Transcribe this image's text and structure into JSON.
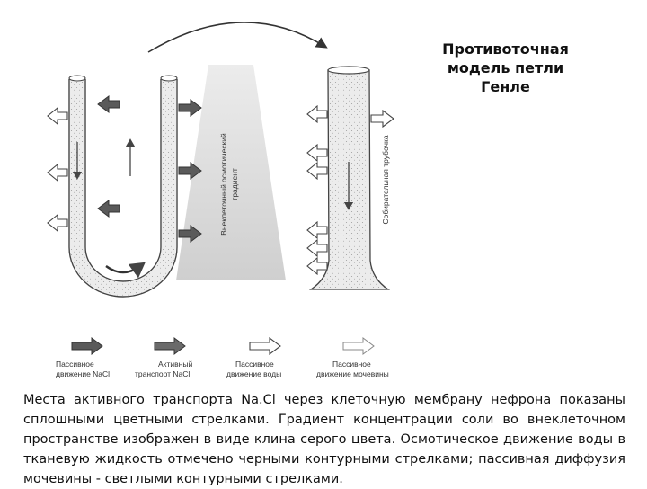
{
  "title": "Противоточная модель петли Генле",
  "caption": "Места активного транспорта Na.Cl через клеточную мембрану нефрона показаны сплошными цветными стрелками. Градиент концентрации соли во внеклеточном пространстве изображен в виде клина серого цвета. Осмотическое движение воды в тканевую жидкость отмечено черными контурными стрелками; пассивная диффузия мочевины - светлыми контурными стрелками.",
  "diagram": {
    "gradient_label": [
      "Внеклеточный осмотический",
      "градиент"
    ],
    "duct_label": "Собирательная трубочка"
  },
  "legend": [
    {
      "line1": "Пассивное",
      "line2": "движение NaCl",
      "arrow": "solid-dark"
    },
    {
      "line1": "Активный",
      "line2": "транспорт NaCl",
      "arrow": "solid-gray"
    },
    {
      "line1": "Пассивное",
      "line2": "движение воды",
      "arrow": "outline-dark"
    },
    {
      "line1": "Пассивное",
      "line2": "движение мочевины",
      "arrow": "outline-light"
    }
  ],
  "colors": {
    "tube_fill": "#e9e9e9",
    "gradient_wedge": "#dcdcdc",
    "arrow_dark": "#5a5a5a",
    "arrow_light": "#ffffff"
  }
}
